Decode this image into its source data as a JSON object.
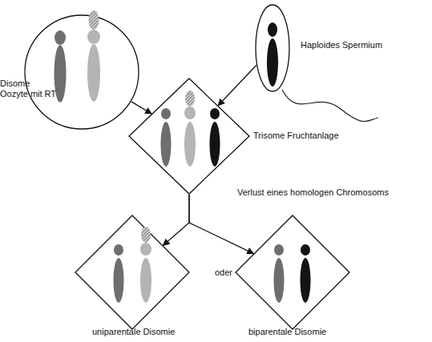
{
  "diagram": {
    "nodes": [
      {
        "text": [
          "Disome Oozyte mit RT"
        ]
      },
      {
        "text": [
          "Haploides Spermium"
        ]
      },
      {
        "text": [
          "Trisome Fruchtanlage"
        ]
      },
      {
        "text": [
          "uniparentale Disomie"
        ]
      },
      {
        "text": [
          "biparentale Disomie"
        ]
      }
    ],
    "edges": [
      {
        "from": 0,
        "to": 2,
        "arrow": "to"
      },
      {
        "from": 1,
        "to": 2,
        "arrow": "to"
      },
      {
        "from": 2,
        "to": 3,
        "arrow": "to"
      },
      {
        "from": 2,
        "to": 4,
        "arrow": "to"
      }
    ],
    "labels": [
      "Verlust eines homologen Chromosoms",
      "oder"
    ]
  }
}
